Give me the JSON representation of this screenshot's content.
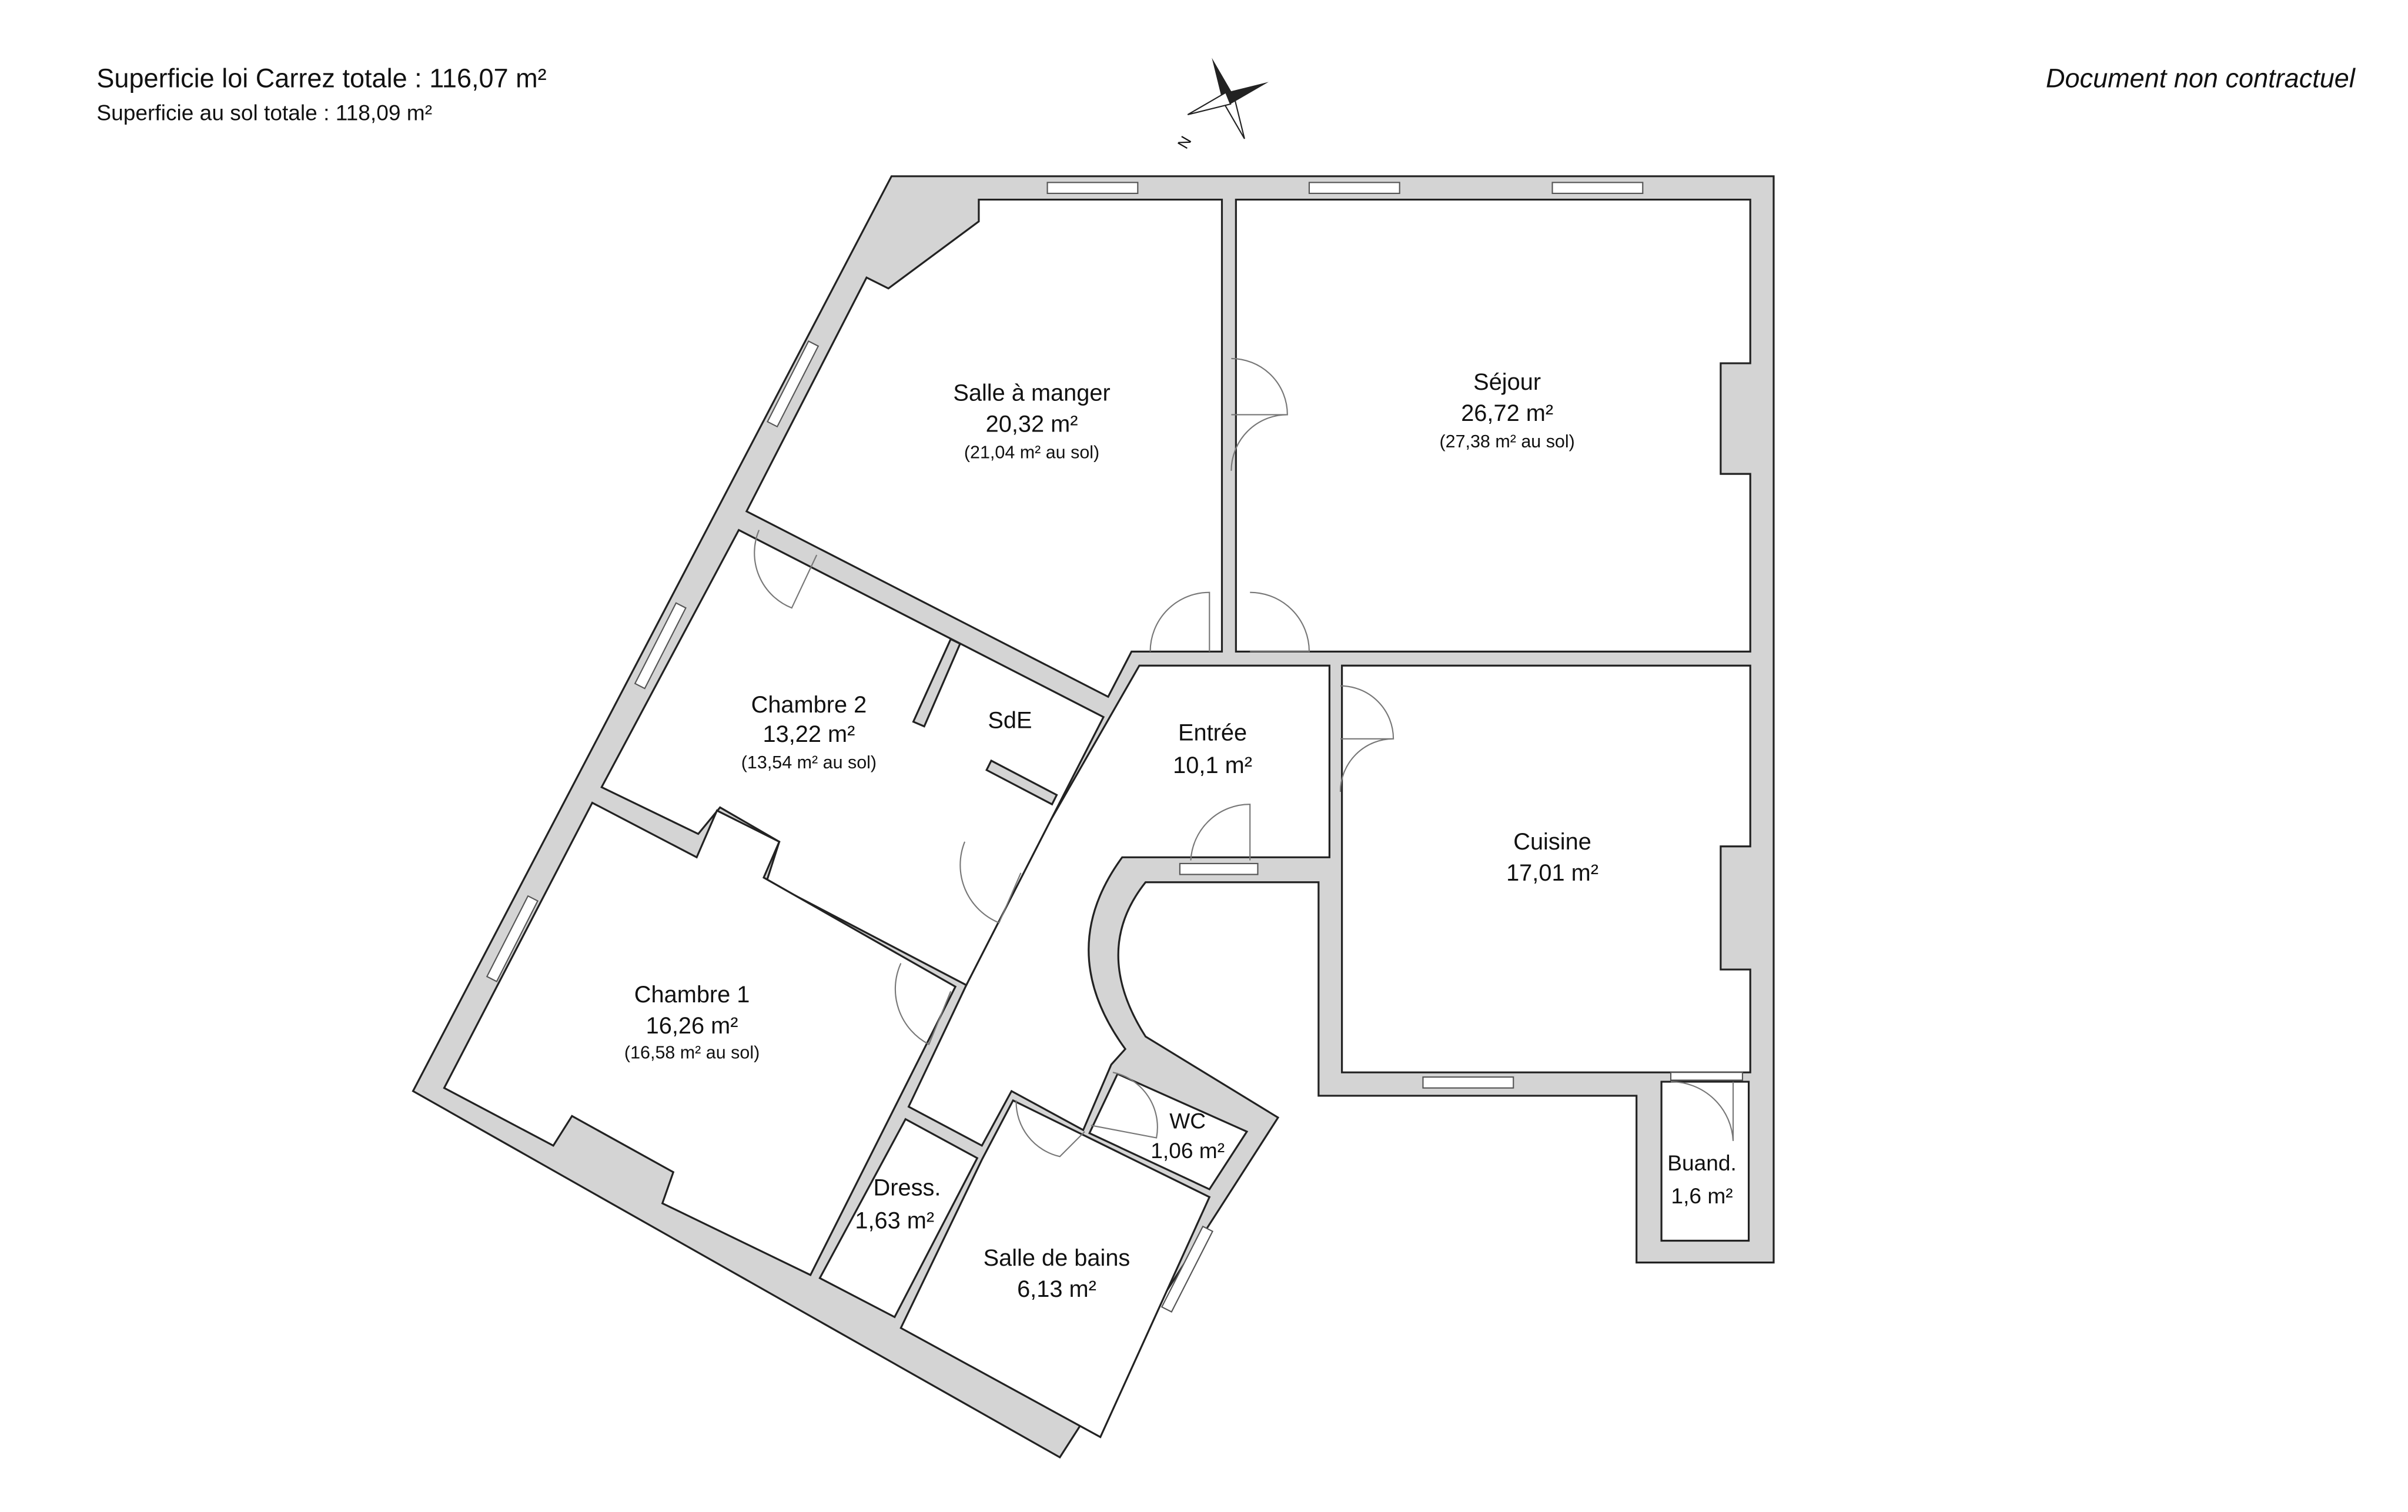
{
  "header": {
    "carrez_total": "Superficie loi Carrez totale :  116,07 m²",
    "sol_total": "Superficie au sol totale :  118,09 m²",
    "disclaimer": "Document non contractuel",
    "compass_label": "N"
  },
  "rooms": {
    "salle_a_manger": {
      "name": "Salle à manger",
      "area": "20,32 m²",
      "sol": "(21,04 m² au sol)"
    },
    "sejour": {
      "name": "Séjour",
      "area": "26,72 m²",
      "sol": "(27,38 m² au sol)"
    },
    "chambre2": {
      "name": "Chambre 2",
      "area": "13,22 m²",
      "sol": "(13,54 m² au sol)"
    },
    "sde": {
      "name": "SdE"
    },
    "entree": {
      "name": "Entrée",
      "area": "10,1 m²"
    },
    "cuisine": {
      "name": "Cuisine",
      "area": "17,01 m²"
    },
    "chambre1": {
      "name": "Chambre 1",
      "area": "16,26 m²",
      "sol": "(16,58 m² au sol)"
    },
    "wc": {
      "name": "WC",
      "area": "1,06 m²"
    },
    "dress": {
      "name": "Dress.",
      "area": "1,63 m²"
    },
    "salle_de_bains": {
      "name": "Salle de bains",
      "area": "6,13 m²"
    },
    "buanderie": {
      "name": "Buand.",
      "area": "1,6 m²"
    }
  },
  "colors": {
    "wall": "#d4d4d4",
    "line": "#222222"
  }
}
